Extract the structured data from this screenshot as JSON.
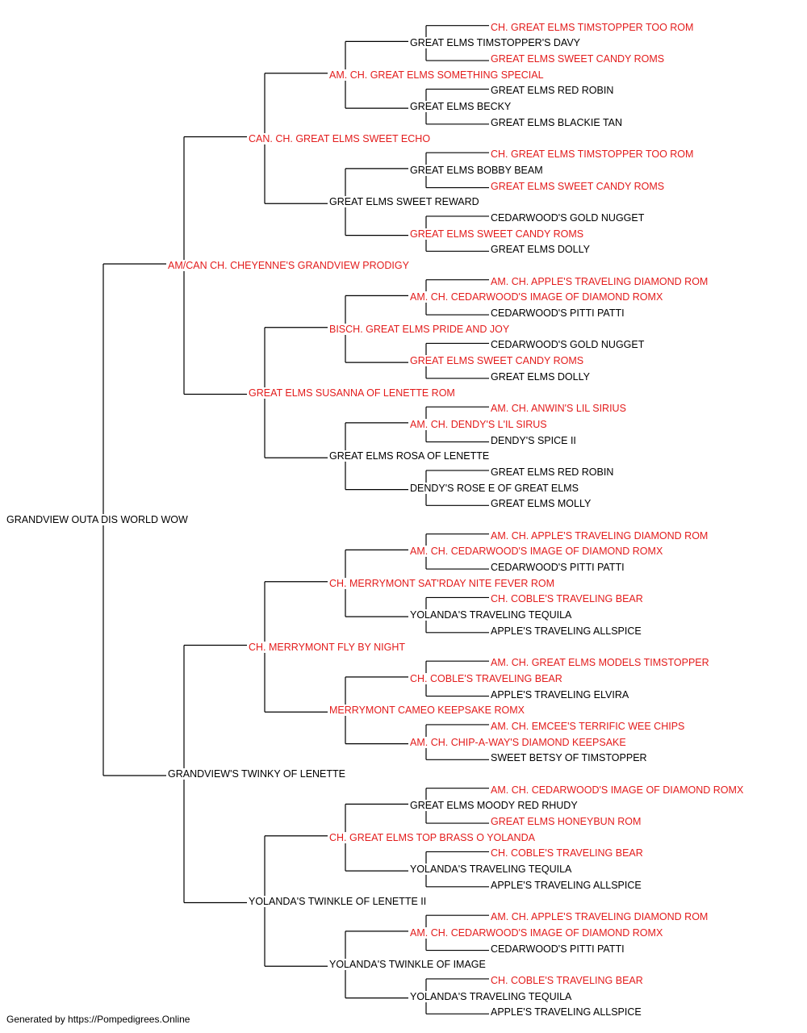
{
  "colors": {
    "champion": "#e31c1c",
    "normal": "#000000",
    "line": "#000000"
  },
  "footer": "Generated by https://Pompedigrees.Online",
  "pedigree": {
    "name": "GRANDVIEW OUTA DIS WORLD WOW",
    "champion": false,
    "sire": {
      "name": "AM/CAN CH. CHEYENNE'S GRANDVIEW PRODIGY",
      "champion": true,
      "sire": {
        "name": "CAN. CH. GREAT ELMS SWEET ECHO",
        "champion": true,
        "sire": {
          "name": "AM. CH. GREAT ELMS SOMETHING SPECIAL",
          "champion": true,
          "sire": {
            "name": "GREAT ELMS TIMSTOPPER'S DAVY",
            "champion": false,
            "sire": {
              "name": "CH. GREAT ELMS TIMSTOPPER TOO ROM",
              "champion": true
            },
            "dam": {
              "name": "GREAT ELMS SWEET CANDY ROMS",
              "champion": true
            }
          },
          "dam": {
            "name": "GREAT ELMS BECKY",
            "champion": false,
            "sire": {
              "name": "GREAT ELMS RED ROBIN",
              "champion": false
            },
            "dam": {
              "name": "GREAT ELMS BLACKIE TAN",
              "champion": false
            }
          }
        },
        "dam": {
          "name": "GREAT ELMS SWEET REWARD",
          "champion": false,
          "sire": {
            "name": "GREAT ELMS BOBBY BEAM",
            "champion": false,
            "sire": {
              "name": "CH. GREAT ELMS TIMSTOPPER TOO ROM",
              "champion": true
            },
            "dam": {
              "name": "GREAT ELMS SWEET CANDY ROMS",
              "champion": true
            }
          },
          "dam": {
            "name": "GREAT ELMS SWEET CANDY ROMS",
            "champion": true,
            "sire": {
              "name": "CEDARWOOD'S GOLD NUGGET",
              "champion": false
            },
            "dam": {
              "name": "GREAT ELMS DOLLY",
              "champion": false
            }
          }
        }
      },
      "dam": {
        "name": "GREAT ELMS SUSANNA OF LENETTE ROM",
        "champion": true,
        "sire": {
          "name": "BISCH. GREAT ELMS PRIDE AND JOY",
          "champion": true,
          "sire": {
            "name": "AM. CH. CEDARWOOD'S IMAGE OF DIAMOND ROMX",
            "champion": true,
            "sire": {
              "name": "AM. CH. APPLE'S TRAVELING DIAMOND ROM",
              "champion": true
            },
            "dam": {
              "name": "CEDARWOOD'S PITTI PATTI",
              "champion": false
            }
          },
          "dam": {
            "name": "GREAT ELMS SWEET CANDY ROMS",
            "champion": true,
            "sire": {
              "name": "CEDARWOOD'S GOLD NUGGET",
              "champion": false
            },
            "dam": {
              "name": "GREAT ELMS DOLLY",
              "champion": false
            }
          }
        },
        "dam": {
          "name": "GREAT ELMS ROSA OF LENETTE",
          "champion": false,
          "sire": {
            "name": "AM. CH. DENDY'S L'IL SIRUS",
            "champion": true,
            "sire": {
              "name": "AM. CH. ANWIN'S LIL SIRIUS",
              "champion": true
            },
            "dam": {
              "name": "DENDY'S SPICE II",
              "champion": false
            }
          },
          "dam": {
            "name": "DENDY'S ROSE E OF GREAT ELMS",
            "champion": false,
            "sire": {
              "name": "GREAT ELMS RED ROBIN",
              "champion": false
            },
            "dam": {
              "name": "GREAT ELMS MOLLY",
              "champion": false
            }
          }
        }
      }
    },
    "dam": {
      "name": "GRANDVIEW'S TWINKY OF LENETTE",
      "champion": false,
      "sire": {
        "name": "CH. MERRYMONT FLY BY NIGHT",
        "champion": true,
        "sire": {
          "name": "CH. MERRYMONT SAT'RDAY NITE FEVER ROM",
          "champion": true,
          "sire": {
            "name": "AM. CH. CEDARWOOD'S IMAGE OF DIAMOND ROMX",
            "champion": true,
            "sire": {
              "name": "AM. CH. APPLE'S TRAVELING DIAMOND ROM",
              "champion": true
            },
            "dam": {
              "name": "CEDARWOOD'S PITTI PATTI",
              "champion": false
            }
          },
          "dam": {
            "name": "YOLANDA'S TRAVELING TEQUILA",
            "champion": false,
            "sire": {
              "name": "CH. COBLE'S TRAVELING BEAR",
              "champion": true
            },
            "dam": {
              "name": "APPLE'S TRAVELING ALLSPICE",
              "champion": false
            }
          }
        },
        "dam": {
          "name": "MERRYMONT CAMEO KEEPSAKE ROMX",
          "champion": true,
          "sire": {
            "name": "CH. COBLE'S TRAVELING BEAR",
            "champion": true,
            "sire": {
              "name": "AM. CH. GREAT ELMS MODELS TIMSTOPPER",
              "champion": true
            },
            "dam": {
              "name": "APPLE'S TRAVELING ELVIRA",
              "champion": false
            }
          },
          "dam": {
            "name": "AM. CH. CHIP-A-WAY'S DIAMOND KEEPSAKE",
            "champion": true,
            "sire": {
              "name": "AM. CH. EMCEE'S TERRIFIC WEE CHIPS",
              "champion": true
            },
            "dam": {
              "name": "SWEET BETSY OF TIMSTOPPER",
              "champion": false
            }
          }
        }
      },
      "dam": {
        "name": "YOLANDA'S TWINKLE OF LENETTE II",
        "champion": false,
        "sire": {
          "name": "CH. GREAT ELMS TOP BRASS O YOLANDA",
          "champion": true,
          "sire": {
            "name": "GREAT ELMS MOODY RED RHUDY",
            "champion": false,
            "sire": {
              "name": "AM. CH. CEDARWOOD'S IMAGE OF DIAMOND ROMX",
              "champion": true
            },
            "dam": {
              "name": "GREAT ELMS HONEYBUN ROM",
              "champion": true
            }
          },
          "dam": {
            "name": "YOLANDA'S TRAVELING TEQUILA",
            "champion": false,
            "sire": {
              "name": "CH. COBLE'S TRAVELING BEAR",
              "champion": true
            },
            "dam": {
              "name": "APPLE'S TRAVELING ALLSPICE",
              "champion": false
            }
          }
        },
        "dam": {
          "name": "YOLANDA'S TWINKLE OF IMAGE",
          "champion": false,
          "sire": {
            "name": "AM. CH. CEDARWOOD'S IMAGE OF DIAMOND ROMX",
            "champion": true,
            "sire": {
              "name": "AM. CH. APPLE'S TRAVELING DIAMOND ROM",
              "champion": true
            },
            "dam": {
              "name": "CEDARWOOD'S PITTI PATTI",
              "champion": false
            }
          },
          "dam": {
            "name": "YOLANDA'S TRAVELING TEQUILA",
            "champion": false,
            "sire": {
              "name": "CH. COBLE'S TRAVELING BEAR",
              "champion": true
            },
            "dam": {
              "name": "APPLE'S TRAVELING ALLSPICE",
              "champion": false
            }
          }
        }
      }
    }
  }
}
